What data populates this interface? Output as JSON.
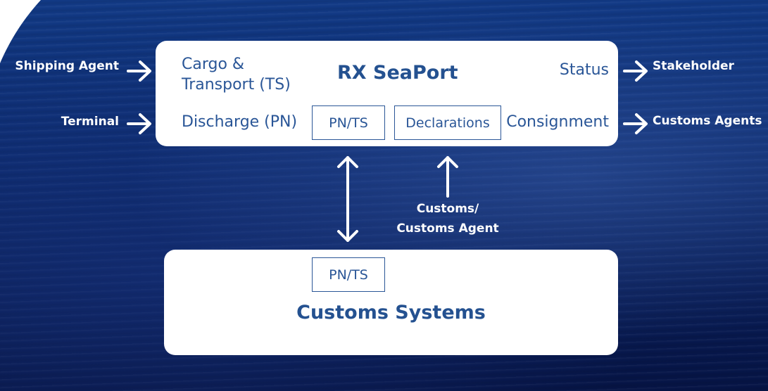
{
  "diagram": {
    "top_box": {
      "title": "RX SeaPort",
      "cargo_line1": "Cargo &",
      "cargo_line2": "Transport (TS)",
      "discharge": "Discharge (PN)",
      "pnts": "PN/TS",
      "declarations": "Declarations",
      "status": "Status",
      "consignment": "Consignment"
    },
    "bottom_box": {
      "title": "Customs Systems",
      "pnts": "PN/TS"
    },
    "external": {
      "shipping_agent": "Shipping Agent",
      "terminal": "Terminal",
      "stakeholder": "Stakeholder",
      "customs_agents": "Customs Agents",
      "customs_line1": "Customs/",
      "customs_line2": "Customs Agent"
    },
    "colors": {
      "box_text": "#2a5697",
      "background": "#0c2a6e",
      "arrow": "#ffffff"
    }
  }
}
